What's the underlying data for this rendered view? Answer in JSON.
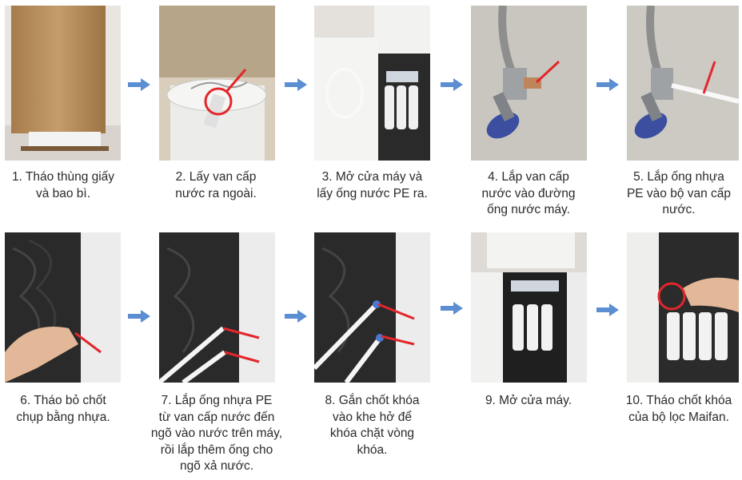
{
  "accent_arrow_color": "#5b8fd1",
  "marker_color": "#e3262b",
  "steps": [
    {
      "caption": "1. Tháo thùng giấy\nvà bao bì."
    },
    {
      "caption": "2. Lấy van cấp\nnước ra ngoài."
    },
    {
      "caption": "3. Mở cửa máy và\nlấy ống nước PE ra."
    },
    {
      "caption": "4. Lắp van cấp\nnước vào đường\nống nước máy."
    },
    {
      "caption": "5. Lắp ống nhựa\nPE vào bộ van cấp\nnước."
    },
    {
      "caption": "6. Tháo bỏ chốt\nchụp bằng nhựa."
    },
    {
      "caption": "7. Lắp ống nhựa PE\ntừ van cấp nước đến\nngõ vào nước trên máy,\nrồi lắp thêm ống cho\nngõ xả nước."
    },
    {
      "caption": "8. Gắn chốt khóa\nvào khe hở để\nkhóa chặt vòng\nkhóa."
    },
    {
      "caption": "9. Mở cửa máy."
    },
    {
      "caption": "10. Tháo chốt khóa\ncủa bộ lọc Maifan."
    }
  ]
}
